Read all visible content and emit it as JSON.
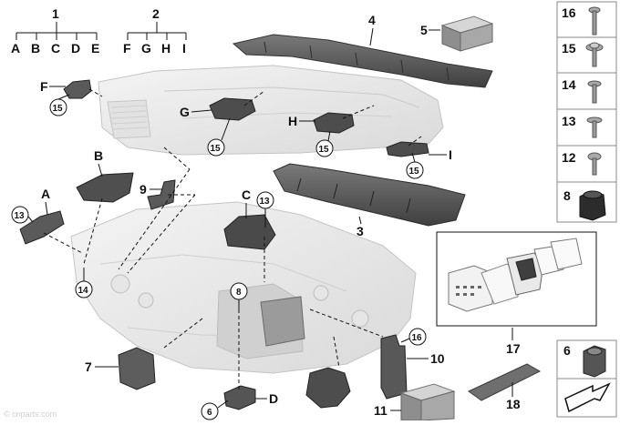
{
  "diagram": {
    "group_labels": {
      "g1": {
        "num": "1",
        "letters": [
          "A",
          "B",
          "C",
          "D",
          "E"
        ]
      },
      "g2": {
        "num": "2",
        "letters": [
          "F",
          "G",
          "H",
          "I"
        ]
      }
    },
    "callouts": {
      "n4": "4",
      "n5": "5",
      "n3": "3",
      "n9": "9",
      "n7": "7",
      "n10": "10",
      "n11": "11",
      "n17": "17",
      "n18": "18",
      "F": "F",
      "G": "G",
      "H": "H",
      "I": "I",
      "A": "A",
      "B": "B",
      "C": "C",
      "D": "D"
    },
    "circled": {
      "c15a": "15",
      "c15b": "15",
      "c15c": "15",
      "c15d": "15",
      "c13a": "13",
      "c13b": "13",
      "c14": "14",
      "c8": "8",
      "c16": "16",
      "c6": "6"
    },
    "hardware_panel": [
      {
        "num": "16",
        "icon": "long-screw-icon"
      },
      {
        "num": "15",
        "icon": "flange-screw-icon"
      },
      {
        "num": "14",
        "icon": "screw-icon"
      },
      {
        "num": "13",
        "icon": "short-screw-icon"
      },
      {
        "num": "12",
        "icon": "pan-screw-icon"
      },
      {
        "num": "8",
        "icon": "cap-icon"
      }
    ],
    "bottom_right_panel": {
      "num": "6"
    },
    "watermark": "© cnparts.com"
  }
}
